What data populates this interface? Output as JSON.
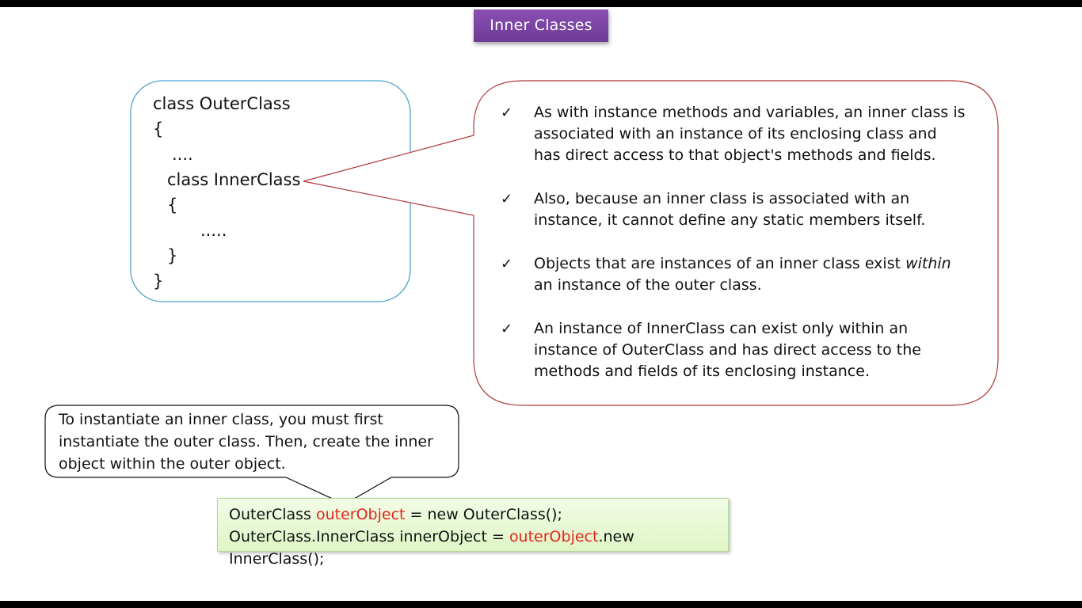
{
  "slide": {
    "title": "Inner Classes",
    "code_example": {
      "lines": [
        "class OuterClass",
        "{",
        "....",
        "class InnerClass",
        "{",
        ".....",
        "}",
        "}"
      ]
    },
    "bullets": [
      {
        "text": "As with instance methods and variables, an inner class is associated with an instance of its enclosing class and has direct access to that object's methods and fields."
      },
      {
        "text": "Also, because an inner class is associated with an instance, it cannot define any static members itself."
      },
      {
        "before": "Objects that are instances of an inner class exist ",
        "emphasis": "within",
        "after": " an instance of the outer class."
      },
      {
        "text": "An instance of InnerClass can exist only within an instance of OuterClass and has direct access to the methods and fields of its enclosing instance."
      }
    ],
    "note": "To instantiate an inner class, you must first instantiate the outer class. Then, create the inner object within the outer object.",
    "instantiation_code": {
      "line1": {
        "a": "OuterClass ",
        "highlight": "outerObject",
        "b": " = new OuterClass();"
      },
      "line2": {
        "a": "OuterClass.InnerClass innerObject = ",
        "highlight": "outerObject",
        "b": ".new InnerClass();"
      }
    }
  },
  "colors": {
    "title_bg": "#7a45a5",
    "code_border": "#4aa3c9",
    "callout_border": "#b03a3a",
    "highlight": "#e0261b",
    "snippet_bg": "#e4f7cf"
  }
}
